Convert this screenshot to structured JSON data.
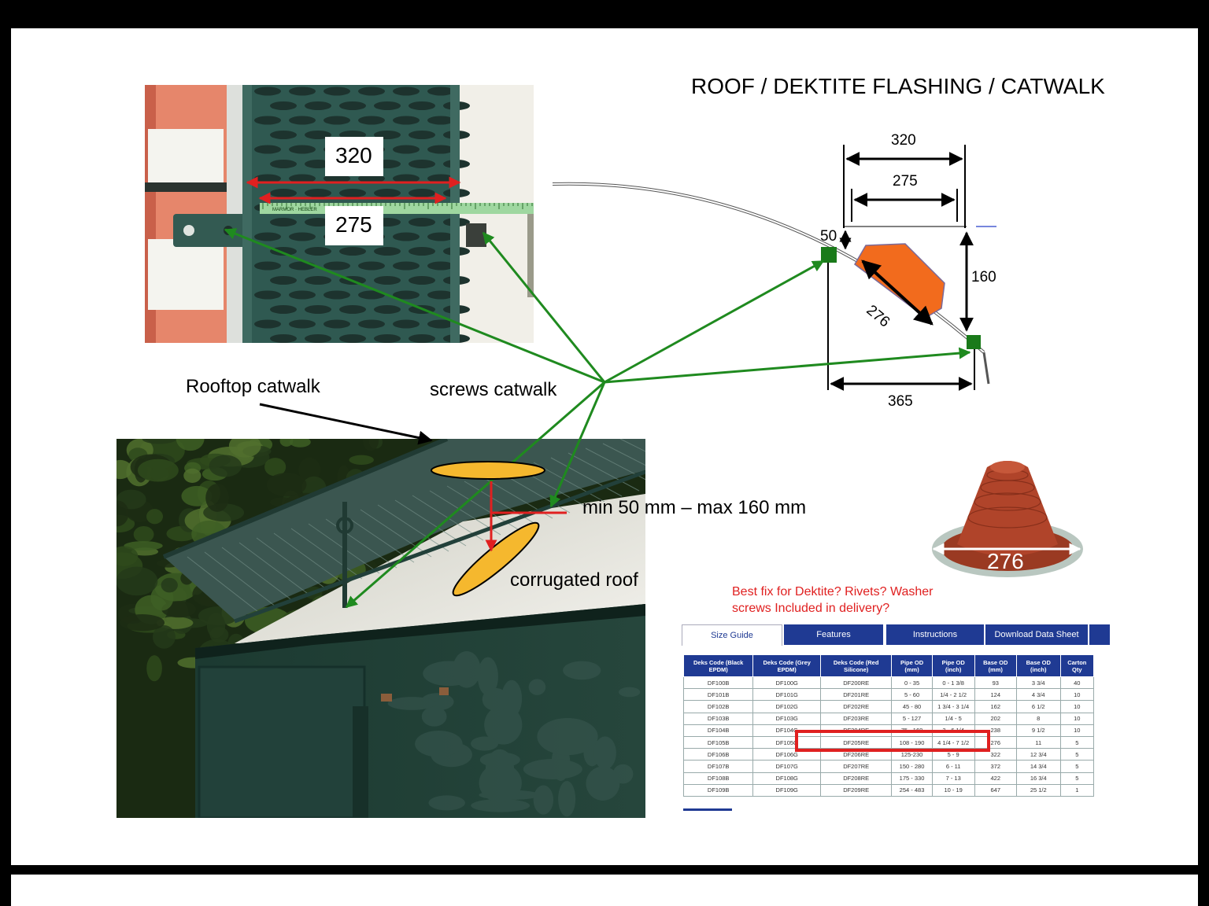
{
  "title": "ROOF / DEKTITE FLASHING / CATWALK",
  "photo_top": {
    "label_320": "320",
    "label_275": "275",
    "ruler_text": "MARMOR · HEBLER"
  },
  "diagram": {
    "dim_320": "320",
    "dim_275": "275",
    "dim_50": "50",
    "dim_160": "160",
    "dim_276": "276",
    "dim_365": "365"
  },
  "labels": {
    "rooftop_catwalk": "Rooftop catwalk",
    "screws_catwalk": "screws catwalk",
    "min_max": "min 50 mm –  max 160 mm",
    "corrugated_roof": "corrugated roof",
    "dektite_size": "276",
    "question": [
      "Best fix for Dektite? Rivets? Washer",
      "screws Included in delivery?"
    ]
  },
  "colors": {
    "arrow_green": "#1f8a1f",
    "flashing_orange": "#f26b1d",
    "highlight_red": "#e02020",
    "oval_yellow": "#f5b82e",
    "catwalk_green": "#2d5a4f",
    "table_header": "#1f3a93"
  },
  "size_table": {
    "tabs": [
      "Size Guide",
      "Features",
      "Instructions",
      "Download Data Sheet"
    ],
    "headers": [
      "Deks Code (Black EPDM)",
      "Deks Code (Grey EPDM)",
      "Deks Code (Red Silicone)",
      "Pipe OD (mm)",
      "Pipe OD (inch)",
      "Base OD (mm)",
      "Base OD (inch)",
      "Carton Qty"
    ],
    "rows": [
      [
        "DF100B",
        "DF100G",
        "DF200RE",
        "0 - 35",
        "0 - 1 3/8",
        "93",
        "3 3/4",
        "40"
      ],
      [
        "DF101B",
        "DF101G",
        "DF201RE",
        "5 - 60",
        "1/4 - 2 1/2",
        "124",
        "4 3/4",
        "10"
      ],
      [
        "DF102B",
        "DF102G",
        "DF202RE",
        "45 - 80",
        "1 3/4 - 3 1/4",
        "162",
        "6 1/2",
        "10"
      ],
      [
        "DF103B",
        "DF103G",
        "DF203RE",
        "5 - 127",
        "1/4 - 5",
        "202",
        "8",
        "10"
      ],
      [
        "DF104B",
        "DF104G",
        "DF204RE",
        "75 - 160",
        "3 - 6 1/4",
        "238",
        "9 1/2",
        "10"
      ],
      [
        "DF105B",
        "DF105G",
        "DF205RE",
        "108 - 190",
        "4 1/4 - 7 1/2",
        "276",
        "11",
        "5"
      ],
      [
        "DF106B",
        "DF106G",
        "DF206RE",
        "125-230",
        "5 - 9",
        "322",
        "12 3/4",
        "5"
      ],
      [
        "DF107B",
        "DF107G",
        "DF207RE",
        "150 - 280",
        "6 - 11",
        "372",
        "14 3/4",
        "5"
      ],
      [
        "DF108B",
        "DF108G",
        "DF208RE",
        "175 - 330",
        "7 - 13",
        "422",
        "16 3/4",
        "5"
      ],
      [
        "DF109B",
        "DF109G",
        "DF209RE",
        "254 - 483",
        "10 - 19",
        "647",
        "25 1/2",
        "1"
      ]
    ]
  }
}
